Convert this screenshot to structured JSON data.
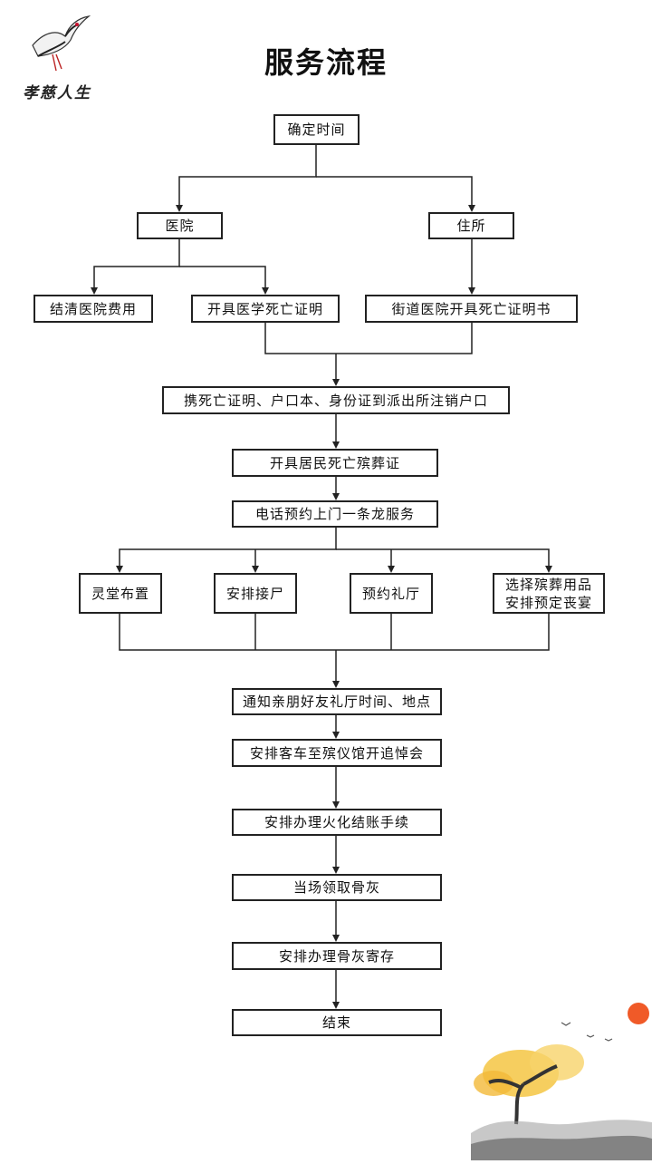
{
  "brand": {
    "name": "孝慈人生"
  },
  "page": {
    "title": "服务流程"
  },
  "flow": {
    "confirm_time": "确定时间",
    "hospital": "医院",
    "residence": "住所",
    "settle_fees": "结清医院费用",
    "medical_cert": "开具医学死亡证明",
    "street_cert": "街道医院开具死亡证明书",
    "police": "携死亡证明、户口本、身份证到派出所注销户口",
    "burial_cert": "开具居民死亡殡葬证",
    "phone_service": "电话预约上门一条龙服务",
    "hall_setup": "灵堂布置",
    "body_pickup": "安排接尸",
    "book_hall": "预约礼厅",
    "supplies": "选择殡葬用品\n安排预定丧宴",
    "notify": "通知亲朋好友礼厅时间、地点",
    "bus_memorial": "安排客车至殡仪馆开追悼会",
    "cremation": "安排办理火化结账手续",
    "ashes": "当场领取骨灰",
    "ashes_storage": "安排办理骨灰寄存",
    "end": "结束"
  }
}
